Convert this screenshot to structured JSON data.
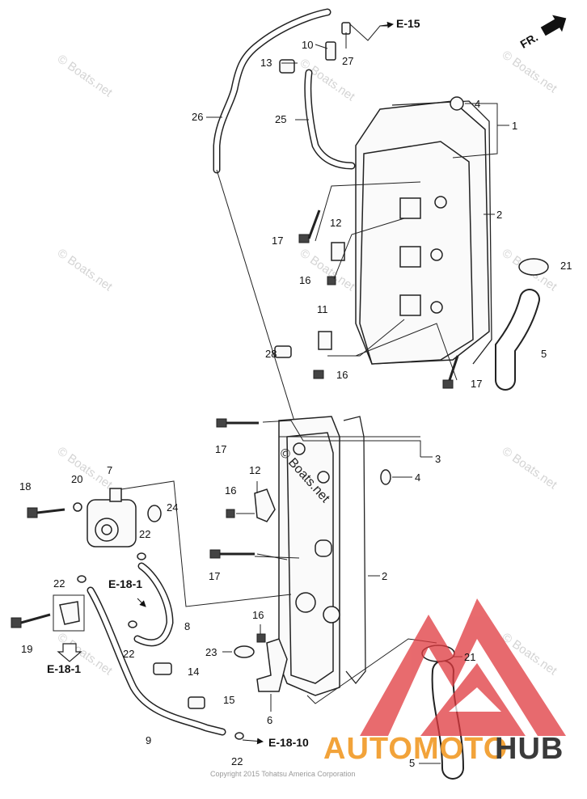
{
  "diagram": {
    "labels": [
      {
        "id": "l1",
        "text": "1"
      },
      {
        "id": "l2a",
        "text": "2"
      },
      {
        "id": "l2b",
        "text": "2"
      },
      {
        "id": "l3",
        "text": "3"
      },
      {
        "id": "l4a",
        "text": "4"
      },
      {
        "id": "l4b",
        "text": "4"
      },
      {
        "id": "l5a",
        "text": "5"
      },
      {
        "id": "l5b",
        "text": "5"
      },
      {
        "id": "l6",
        "text": "6"
      },
      {
        "id": "l7",
        "text": "7"
      },
      {
        "id": "l8",
        "text": "8"
      },
      {
        "id": "l9",
        "text": "9"
      },
      {
        "id": "l10",
        "text": "10"
      },
      {
        "id": "l11",
        "text": "11"
      },
      {
        "id": "l12a",
        "text": "12"
      },
      {
        "id": "l12b",
        "text": "12"
      },
      {
        "id": "l13",
        "text": "13"
      },
      {
        "id": "l14",
        "text": "14"
      },
      {
        "id": "l15",
        "text": "15"
      },
      {
        "id": "l16a",
        "text": "16"
      },
      {
        "id": "l16b",
        "text": "16"
      },
      {
        "id": "l16c",
        "text": "16"
      },
      {
        "id": "l16d",
        "text": "16"
      },
      {
        "id": "l17a",
        "text": "17"
      },
      {
        "id": "l17b",
        "text": "17"
      },
      {
        "id": "l17c",
        "text": "17"
      },
      {
        "id": "l17d",
        "text": "17"
      },
      {
        "id": "l18",
        "text": "18"
      },
      {
        "id": "l19",
        "text": "19"
      },
      {
        "id": "l20",
        "text": "20"
      },
      {
        "id": "l21a",
        "text": "21"
      },
      {
        "id": "l21b",
        "text": "21"
      },
      {
        "id": "l22a",
        "text": "22"
      },
      {
        "id": "l22b",
        "text": "22"
      },
      {
        "id": "l22c",
        "text": "22"
      },
      {
        "id": "l22d",
        "text": "22"
      },
      {
        "id": "l23",
        "text": "23"
      },
      {
        "id": "l24",
        "text": "24"
      },
      {
        "id": "l25",
        "text": "25"
      },
      {
        "id": "l26",
        "text": "26"
      },
      {
        "id": "l27",
        "text": "27"
      },
      {
        "id": "l28",
        "text": "28"
      }
    ],
    "refs": {
      "e15": "E-15",
      "e18_1_a": "E-18-1",
      "e18_1_b": "E-18-1",
      "e18_10": "E-18-10",
      "front": "FR."
    }
  },
  "watermark": {
    "site": "© Boats.net",
    "brand_left": "AUTOMOTO",
    "brand_right": "HUB",
    "copyright": "Copyright 2015 Tohatsu America Corporation"
  },
  "colors": {
    "brand_red": "#e0393e",
    "brand_orange": "#f2a33a",
    "brand_dark": "#3a3a3a",
    "watermark_gray": "#d4d4d4"
  }
}
